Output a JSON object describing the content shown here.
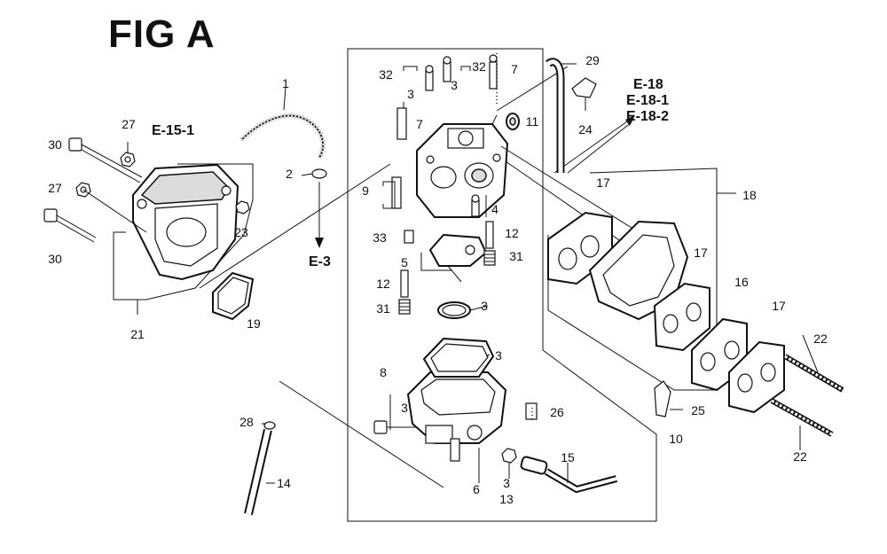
{
  "title": "FIG A",
  "refs": {
    "e15_1": "E-15-1",
    "e3": "E-3",
    "e18": "E-18",
    "e18_1": "E-18-1",
    "e18_2": "E-18-2"
  },
  "callouts": {
    "c1": "1",
    "c2": "2",
    "c3a": "3",
    "c3b": "3",
    "c3c": "3",
    "c3d": "3",
    "c3e": "3",
    "c3f": "3",
    "c4": "4",
    "c5": "5",
    "c6": "6",
    "c7a": "7",
    "c7b": "7",
    "c8": "8",
    "c9": "9",
    "c10": "10",
    "c11": "11",
    "c12a": "12",
    "c12b": "12",
    "c13": "13",
    "c14": "14",
    "c15": "15",
    "c16": "16",
    "c17a": "17",
    "c17b": "17",
    "c17c": "17",
    "c18": "18",
    "c19": "19",
    "c21": "21",
    "c22a": "22",
    "c22b": "22",
    "c23": "23",
    "c24": "24",
    "c25": "25",
    "c26": "26",
    "c27a": "27",
    "c27b": "27",
    "c28": "28",
    "c29": "29",
    "c30a": "30",
    "c30b": "30",
    "c31a": "31",
    "c31b": "31",
    "c32a": "32",
    "c32b": "32",
    "c33": "33"
  }
}
